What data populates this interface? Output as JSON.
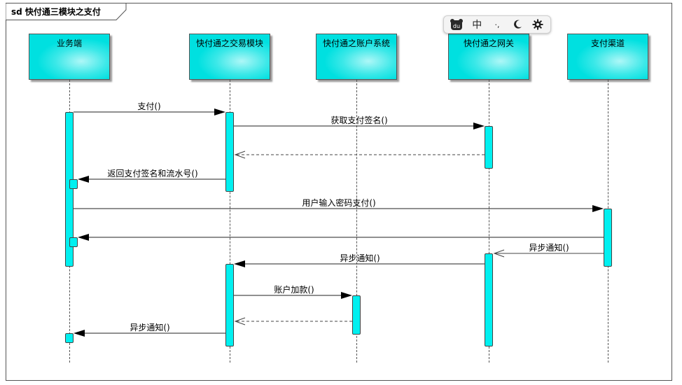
{
  "diagram": {
    "title": "sd 快付通三模块之支付",
    "participants": [
      {
        "id": "biz",
        "label": "业务端"
      },
      {
        "id": "trade",
        "label": "快付通之交易模块"
      },
      {
        "id": "account",
        "label": "快付通之账户系统"
      },
      {
        "id": "gateway",
        "label": "快付通之网关"
      },
      {
        "id": "channel",
        "label": "支付渠道"
      }
    ],
    "messages": [
      {
        "from": "biz",
        "to": "trade",
        "label": "支付()",
        "kind": "sync"
      },
      {
        "from": "trade",
        "to": "gateway",
        "label": "获取支付签名()",
        "kind": "sync"
      },
      {
        "from": "gateway",
        "to": "trade",
        "label": "",
        "kind": "return"
      },
      {
        "from": "trade",
        "to": "biz",
        "label": "返回支付签名和流水号()",
        "kind": "sync"
      },
      {
        "from": "biz",
        "to": "channel",
        "label": "用户输入密码支付()",
        "kind": "sync"
      },
      {
        "from": "channel",
        "to": "biz",
        "label": "",
        "kind": "sync"
      },
      {
        "from": "channel",
        "to": "gateway",
        "label": "异步通知()",
        "kind": "return"
      },
      {
        "from": "gateway",
        "to": "trade",
        "label": "异步通知()",
        "kind": "sync"
      },
      {
        "from": "trade",
        "to": "account",
        "label": "账户加款()",
        "kind": "sync"
      },
      {
        "from": "account",
        "to": "trade",
        "label": "",
        "kind": "return"
      },
      {
        "from": "trade",
        "to": "biz",
        "label": "异步通知()",
        "kind": "sync"
      }
    ]
  },
  "ime_toolbar": {
    "logo_icon": "du-bear-logo-icon",
    "lang_label": "中",
    "punct_label": "·,",
    "theme_icon": "moon-icon",
    "settings_icon": "gear-icon"
  }
}
